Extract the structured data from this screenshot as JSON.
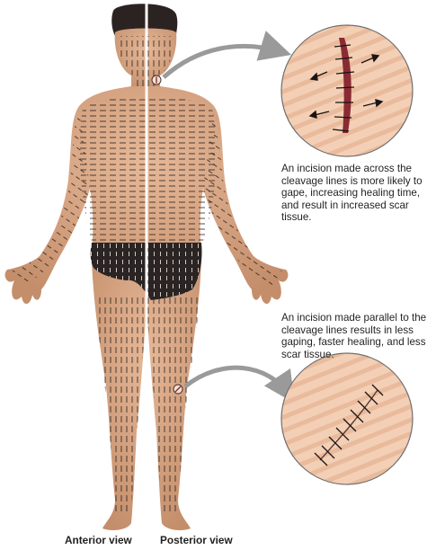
{
  "captions": {
    "across": "An incision made across the cleavage lines is more likely to gape, increasing healing time, and result in increased scar tissue.",
    "parallel": "An incision made parallel to the cleavage lines results in less gaping, faster healing, and less scar tissue."
  },
  "views": {
    "anterior": "Anterior view",
    "posterior": "Posterior view"
  },
  "colors": {
    "skin": "#dcab8a",
    "skin_shadow": "#b9825f",
    "briefs": "#2a2424",
    "hair": "#2b2321",
    "inset_fill": "#f2cdb2",
    "cleavage_line": "#1f1a19",
    "incision": "#8a2b33",
    "arrow": "#9a9a9a"
  }
}
